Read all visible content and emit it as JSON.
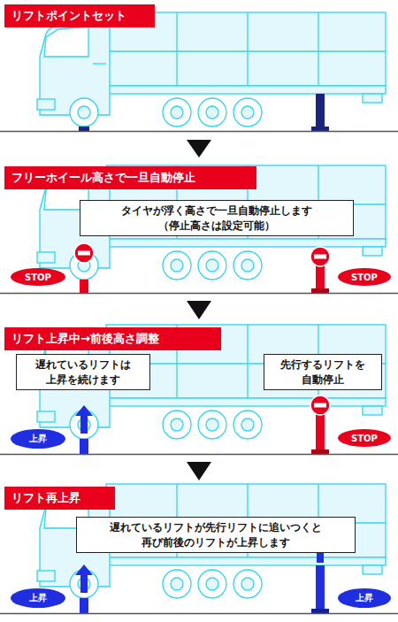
{
  "diagram": {
    "nodes": [
      {
        "text": [
          "リフトポイントセット"
        ]
      },
      {
        "text": [
          "フリーホイール高さで一旦自動停止"
        ]
      },
      {
        "text": [
          "タイヤが浮く高さで一旦自動停止します",
          "（停止高さは設定可能）"
        ]
      },
      {
        "text": [
          "STOP"
        ]
      },
      {
        "text": [
          "STOP"
        ]
      },
      {
        "text": [
          "リフト上昇中→前後高さ調整"
        ]
      },
      {
        "text": [
          "遅れているリフトは 上昇を続けます"
        ]
      },
      {
        "text": [
          "先行するリフトを 自動停止"
        ]
      },
      {
        "text": [
          "上昇"
        ]
      },
      {
        "text": [
          "STOP"
        ]
      },
      {
        "text": [
          "リフト再上昇"
        ]
      },
      {
        "text": [
          "遅れているリフトが先行リフトに追いつくと 再び前後のリフトが上昇します"
        ]
      },
      {
        "text": [
          "上昇"
        ]
      },
      {
        "text": [
          "上昇"
        ]
      }
    ]
  }
}
